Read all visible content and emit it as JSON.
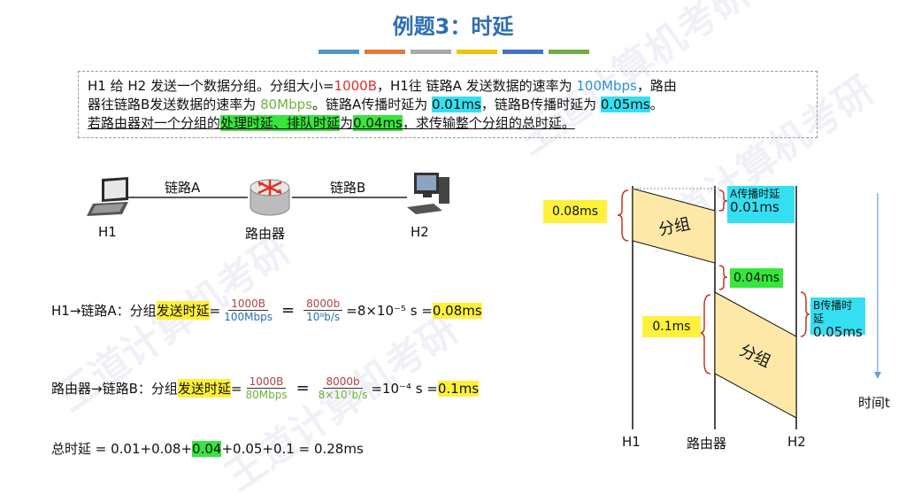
{
  "title": "例题3：时延",
  "color_bars": [
    "#4f95c9",
    "#e07a3a",
    "#a9a9a9",
    "#f2c200",
    "#4472c4",
    "#70ad47"
  ],
  "problem": {
    "l1_a": "H1 给 H2 发送一个数据分组。分组大小=",
    "size": "1000B",
    "l1_b": "，H1往 链路A 发送数据的速率为 ",
    "rate_a": "100Mbps",
    "l1_c": "，路由",
    "l2_a": "器往链路B发送数据的速率为 ",
    "rate_b": "80Mbps",
    "l2_b": "。链路A传播时延为 ",
    "prop_a": "0.01ms",
    "l2_c": "，链路B传播时延为 ",
    "prop_b": "0.05ms",
    "l2_d": "。",
    "l3_a": "若路由器对一个分组的",
    "proc": "处理时延、排队时延",
    "l3_b": "为",
    "proc_val": "0.04ms",
    "l3_c": "，求传输整个分组的总时延。"
  },
  "network": {
    "link_a": "链路A",
    "link_b": "链路B",
    "h1": "H1",
    "router": "路由器",
    "h2": "H2"
  },
  "formula1": {
    "prefix": "H1→链路A：分组",
    "hl": "发送时延",
    "eq": " = ",
    "n1": "1000B",
    "d1": "100Mbps",
    "n2": "8000b",
    "d2": "10⁸b/s",
    "rest": "=8×10⁻⁵ s = ",
    "result": "0.08ms"
  },
  "formula2": {
    "prefix": "路由器→链路B：分组",
    "hl": "发送时延",
    "eq": " = ",
    "n1": "1000B",
    "d1": "80Mbps",
    "n2": "8000b",
    "d2": "8×10⁷b/s",
    "rest": " =10⁻⁴ s = ",
    "result": "0.1ms"
  },
  "total": {
    "a": "总时延 = 0.01+0.08+",
    "hl": "0.04",
    "b": "+0.05+0.1 = 0.28ms"
  },
  "timeline": {
    "left_box1": "0.08ms",
    "prop_a_label": "A传播时延",
    "prop_a_val": "0.01ms",
    "packet1": "分组",
    "proc_box": "0.04ms",
    "left_box2": "0.1ms",
    "prop_b_label": "B传播时延",
    "prop_b_val": "0.05ms",
    "packet2": "分组",
    "time_label": "时间t",
    "h1": "H1",
    "router": "路由器",
    "h2": "H2"
  },
  "watermark": "王道计算机考研"
}
